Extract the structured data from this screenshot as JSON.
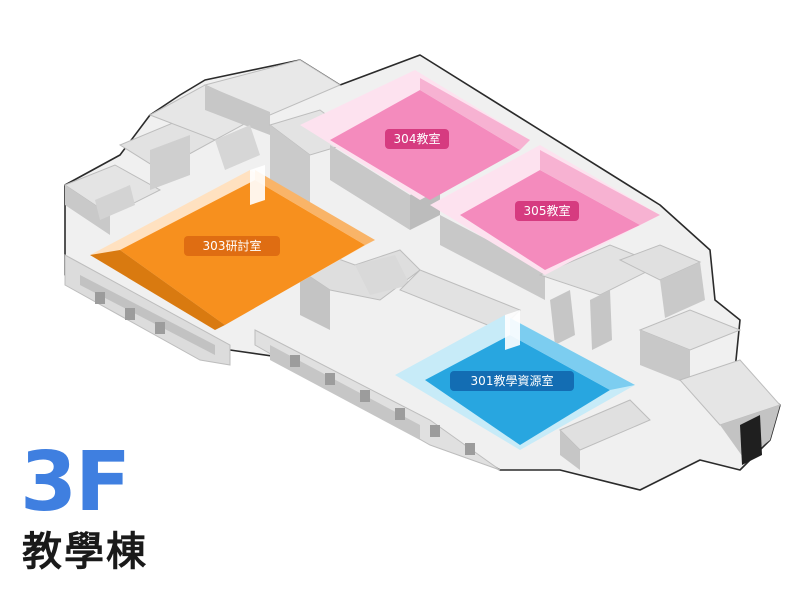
{
  "floor": {
    "number": "3F",
    "building": "教學棟"
  },
  "rooms": [
    {
      "id": "304",
      "label": "304教室",
      "color": "#f389bd",
      "badge": "#d63b80"
    },
    {
      "id": "305",
      "label": "305教室",
      "color": "#f389bd",
      "badge": "#d63b80"
    },
    {
      "id": "303",
      "label": "303研討室",
      "color": "#f4911f",
      "badge": "#df6d12"
    },
    {
      "id": "301",
      "label": "301教學資源室",
      "color": "#29a6e0",
      "badge": "#136db3"
    }
  ],
  "colors": {
    "floor_number": "#3f7fe0",
    "wall_top": "#ededed",
    "wall_side": "#c4c4c4",
    "outline": "#2b2b2b"
  }
}
